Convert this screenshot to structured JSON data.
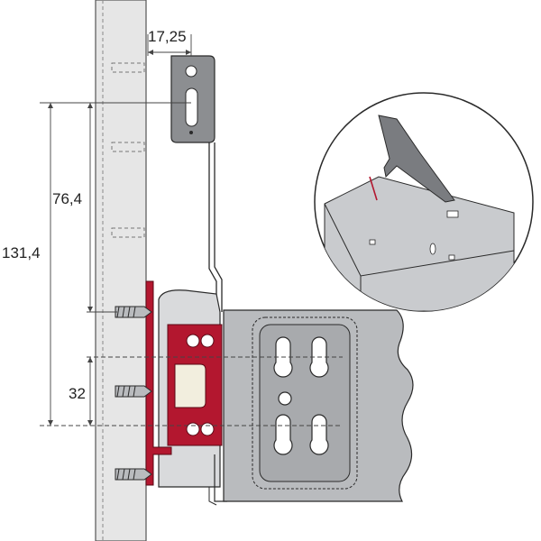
{
  "dimensions": {
    "top_offset": "17,25",
    "vertical_upper": "76,4",
    "vertical_total": "131,4",
    "vertical_lower": "32"
  },
  "colors": {
    "cabinet_panel": "#e6e6e6",
    "metal_dark": "#8c8e91",
    "metal_mid": "#b9bbbe",
    "metal_light": "#d9dadc",
    "accent_red": "#b3172f",
    "line": "#2a2a2a",
    "guide": "#777777"
  },
  "icons": {
    "screw": "screw-icon",
    "detail_view": "magnifier-detail-icon"
  }
}
